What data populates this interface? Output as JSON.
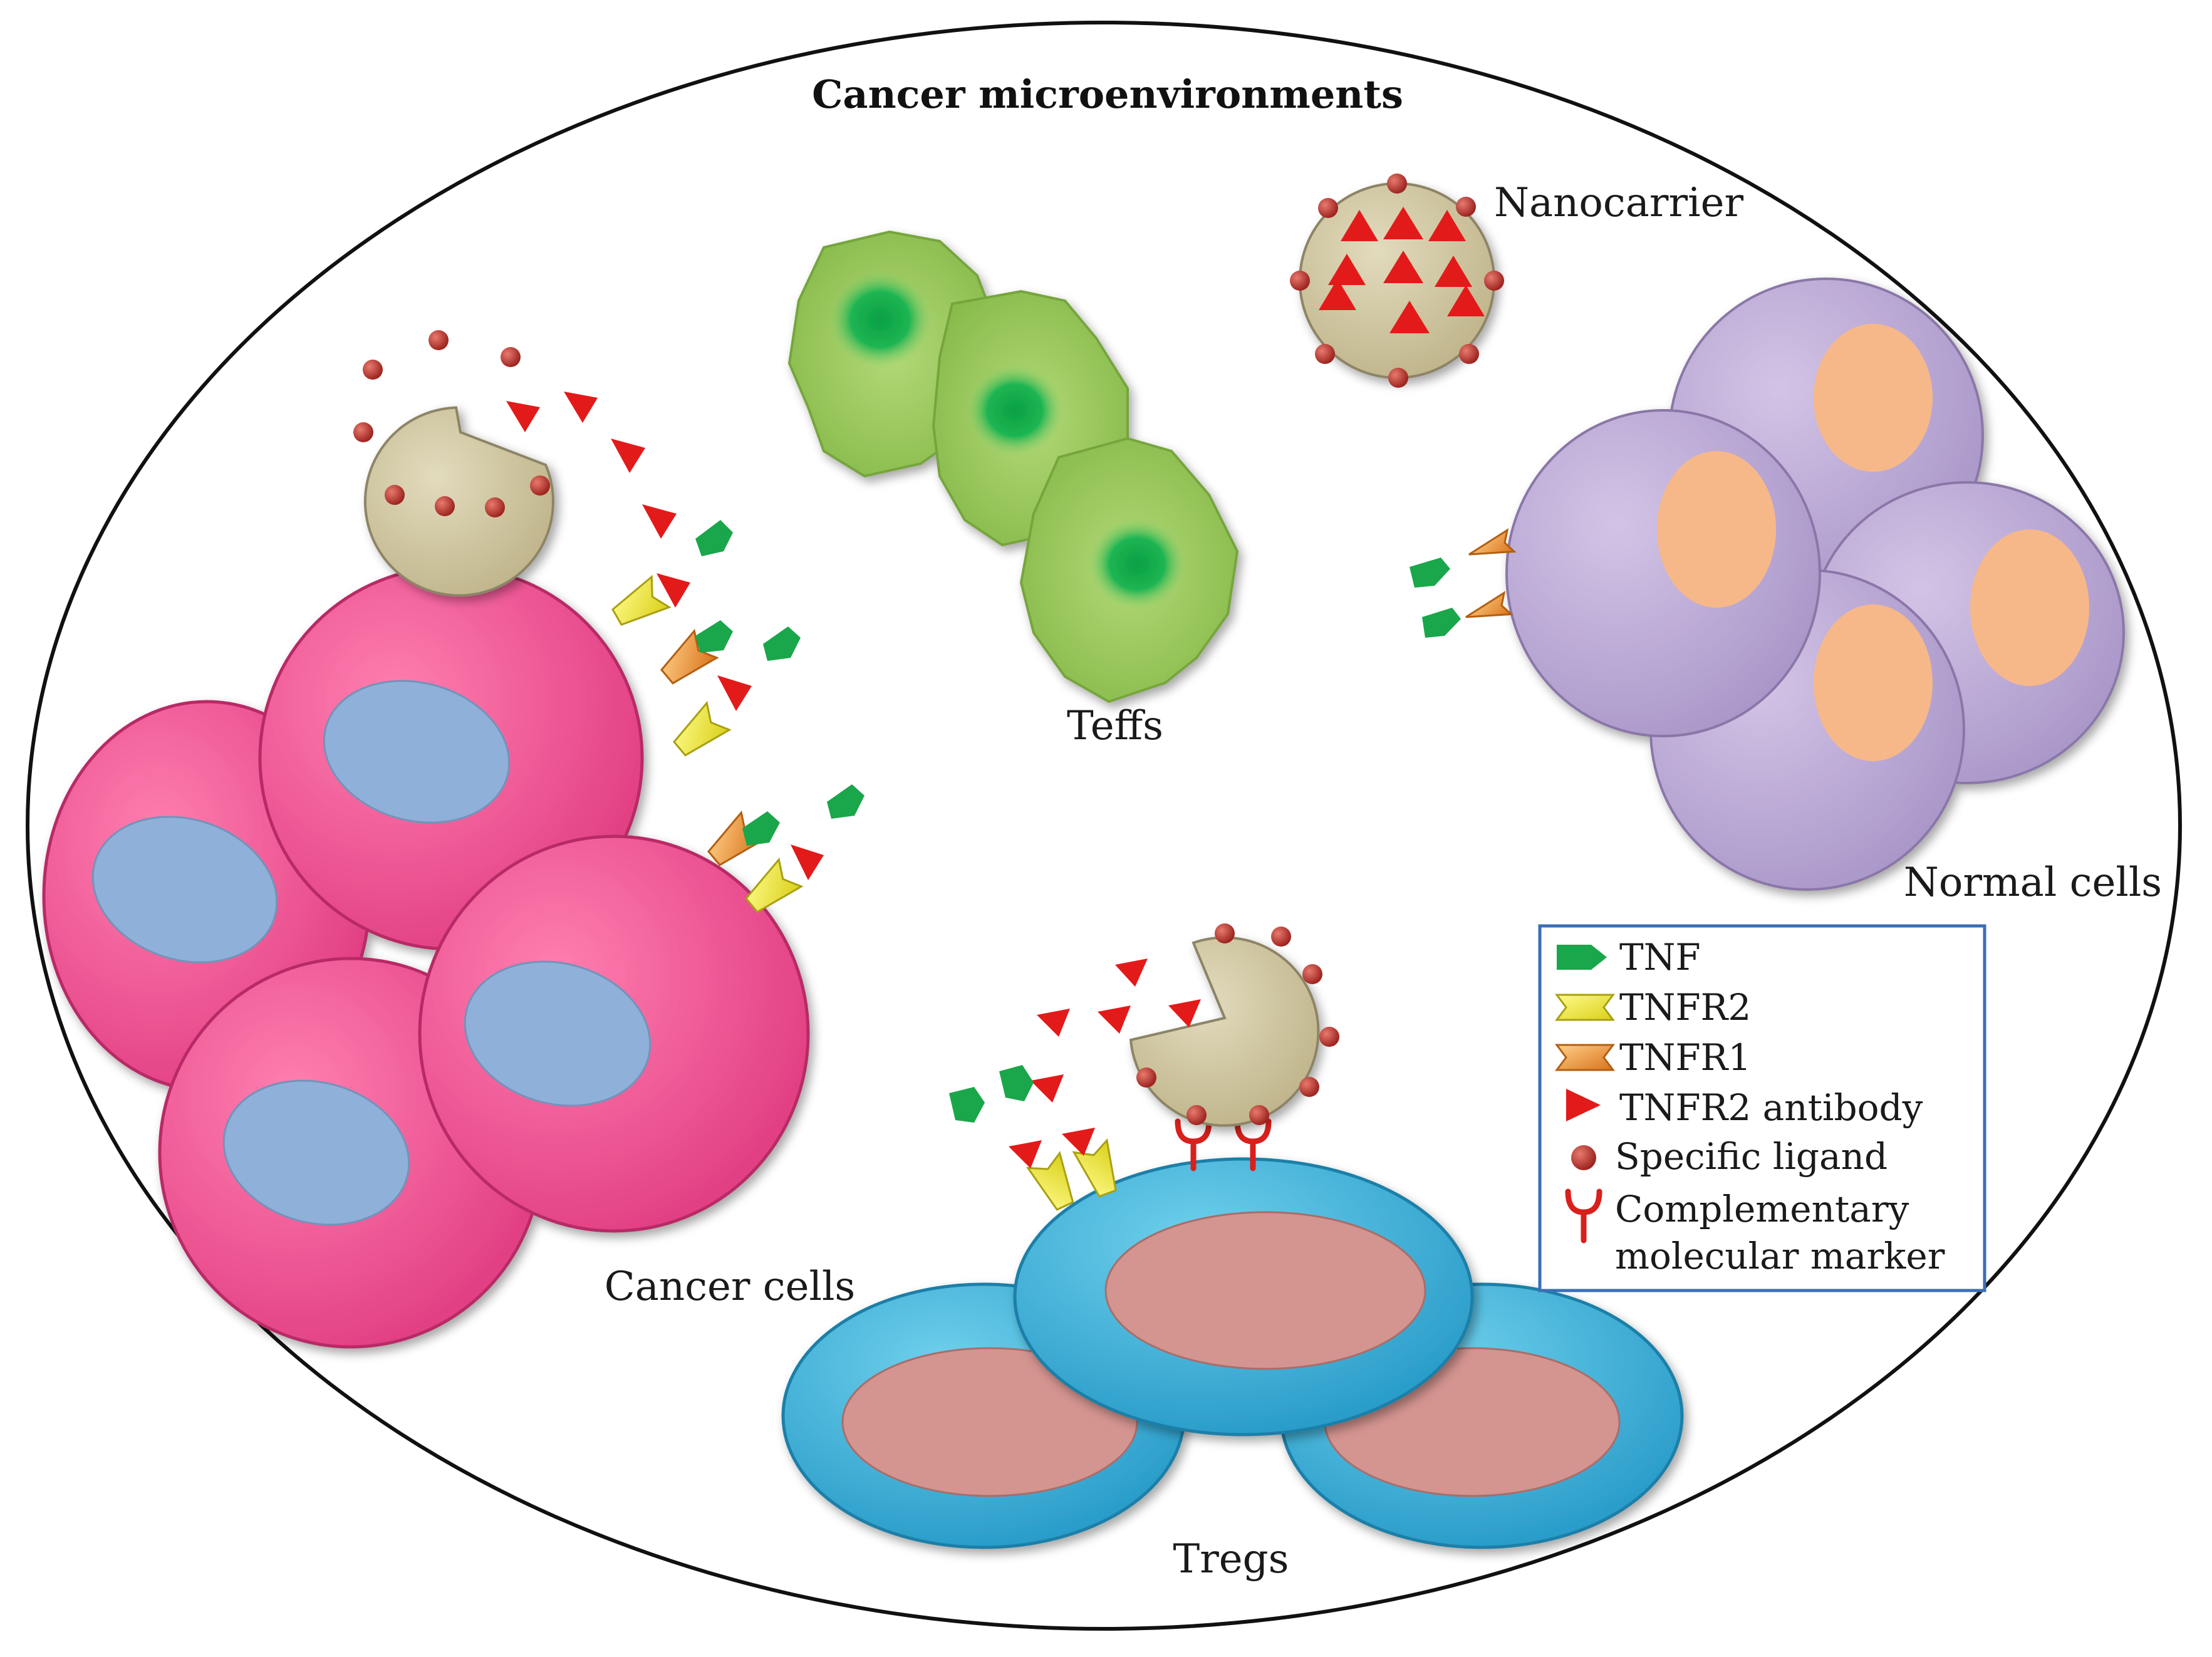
{
  "title": "Cancer microenvironments",
  "labels": {
    "teffs": "Teffs",
    "nanocarrier": "Nanocarrier",
    "normal_cells": "Normal  cells",
    "cancer_cells": "Cancer cells",
    "tregs": "Tregs"
  },
  "legend": {
    "items": [
      {
        "icon": "tnf-icon",
        "label": "TNF"
      },
      {
        "icon": "tnfr2-icon",
        "label": "TNFR2"
      },
      {
        "icon": "tnfr1-icon",
        "label": "TNFR1"
      },
      {
        "icon": "tnfr2-antibody-icon",
        "label": "TNFR2  antibody"
      },
      {
        "icon": "specific-ligand-icon",
        "label": "Specific ligand"
      },
      {
        "icon": "molecular-marker-icon",
        "label": "Complementary",
        "label2": "molecular marker"
      }
    ],
    "border_color": "#3a6fb5"
  },
  "colors": {
    "cancer_cell": "#ef4f8e",
    "cancer_nucleus": "#8fb0d8",
    "normal_cell": "#b7a3d3",
    "normal_nucleus": "#f7b889",
    "treg_cell": "#33b0d6",
    "treg_nucleus": "#d49490",
    "teff_cell": "#8fc14f",
    "teff_nucleus": "#1cae4e",
    "tnf": "#1aa64a",
    "tnfr2": "#f2ee3a",
    "tnfr1": "#f09a2c",
    "antibody": "#e31a1a",
    "ligand": "#b8322e",
    "marker": "#d9201c",
    "nanocarrier": "#cfc6a2"
  }
}
